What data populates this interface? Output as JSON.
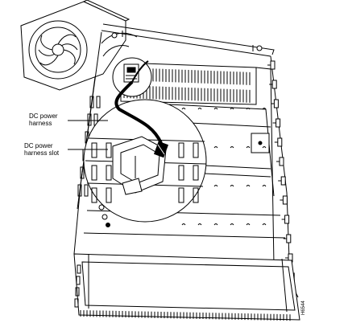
{
  "callouts": {
    "harness_line1": "DC power",
    "harness_line2": "harness",
    "slot_line1": "DC power",
    "slot_line2": "harness slot"
  },
  "figure_id": "H6544"
}
